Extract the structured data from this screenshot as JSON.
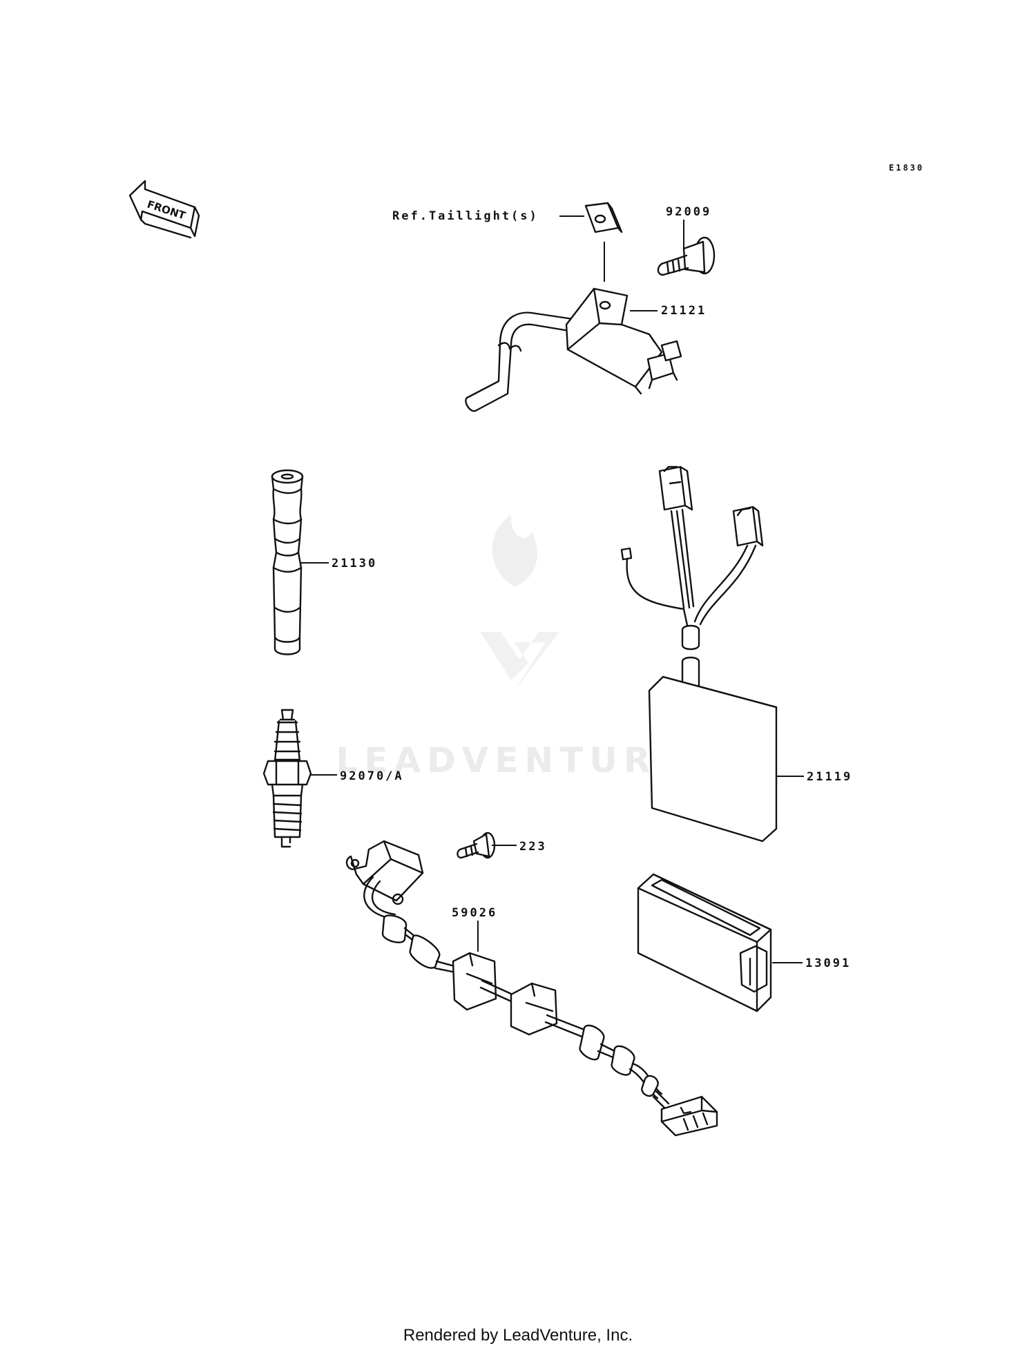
{
  "diagram": {
    "code": "E1830",
    "direction_label": "FRONT",
    "watermark": "LEADVENTURE",
    "callouts": {
      "ref_taillight": "Ref.Taillight(s)",
      "p92009": "92009",
      "p21121": "21121",
      "p21130": "21130",
      "p92070a": "92070/A",
      "p21119": "21119",
      "p223": "223",
      "p59026": "59026",
      "p13091": "13091"
    },
    "parts": [
      {
        "id": "21121",
        "icon": "ignition-coil"
      },
      {
        "id": "92009",
        "icon": "screw"
      },
      {
        "id": "21130",
        "icon": "spark-plug-cap"
      },
      {
        "id": "92070/A",
        "icon": "spark-plug"
      },
      {
        "id": "21119",
        "icon": "igniter-unit"
      },
      {
        "id": "223",
        "icon": "screw"
      },
      {
        "id": "59026",
        "icon": "wiring-harness"
      },
      {
        "id": "13091",
        "icon": "case"
      }
    ]
  },
  "footer": {
    "text": "Rendered by LeadVenture, Inc."
  }
}
